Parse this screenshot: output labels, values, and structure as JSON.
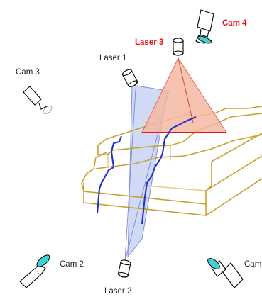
{
  "labels": {
    "cam4": "Cam 4",
    "laser3": "Laser 3",
    "laser1": "Laser 1",
    "cam3": "Cam 3",
    "cam2": "Cam 2",
    "cam1_partial": "Cam",
    "laser2": "Laser 2"
  },
  "colors": {
    "highlight_text": "#e8141c",
    "normal_text": "#222222",
    "workpiece_outline": "#c8a22a",
    "scan_line": "#2133c8",
    "laser3_fan_fill": "#f4b8a2",
    "laser3_fan_edge": "#e06a5a",
    "laser3_line": "#e8141c",
    "laser1_fan_fill": "#b9c6ee",
    "laser_fan_edge": "#7e8fdb",
    "camera_lens": "#3fd3d3",
    "device_outline": "#000000"
  },
  "icons": {
    "camera": "camera-icon",
    "laser": "laser-icon"
  }
}
